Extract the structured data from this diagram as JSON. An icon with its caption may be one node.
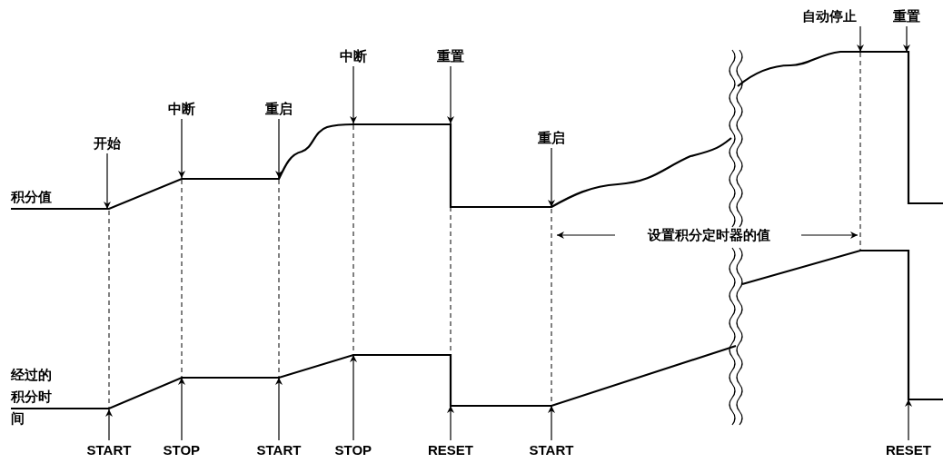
{
  "diagram": {
    "nodes": [
      {
        "text": [
          "开始"
        ]
      },
      {
        "text": [
          "中断"
        ]
      },
      {
        "text": [
          "重启"
        ]
      },
      {
        "text": [
          "中断"
        ]
      },
      {
        "text": [
          "重置"
        ]
      },
      {
        "text": [
          "重启"
        ]
      },
      {
        "text": [
          "自动停止"
        ]
      },
      {
        "text": [
          "重置"
        ]
      },
      {
        "text": [
          "START"
        ]
      },
      {
        "text": [
          "STOP"
        ]
      },
      {
        "text": [
          "START"
        ]
      },
      {
        "text": [
          "STOP"
        ]
      },
      {
        "text": [
          "RESET"
        ]
      },
      {
        "text": [
          "START"
        ]
      },
      {
        "text": [
          "RESET"
        ]
      }
    ],
    "edges": [
      {
        "from": 0,
        "to": null,
        "arrow": "to"
      },
      {
        "from": 1,
        "to": null,
        "arrow": "to"
      },
      {
        "from": 2,
        "to": null,
        "arrow": "to"
      },
      {
        "from": 3,
        "to": null,
        "arrow": "to"
      },
      {
        "from": 4,
        "to": null,
        "arrow": "to"
      },
      {
        "from": 5,
        "to": null,
        "arrow": "to"
      },
      {
        "from": 6,
        "to": null,
        "arrow": "to"
      },
      {
        "from": 7,
        "to": null,
        "arrow": "to"
      },
      {
        "from": 8,
        "to": null,
        "arrow": "to"
      },
      {
        "from": 9,
        "to": null,
        "arrow": "to"
      },
      {
        "from": 10,
        "to": null,
        "arrow": "to"
      },
      {
        "from": 11,
        "to": null,
        "arrow": "to"
      },
      {
        "from": 12,
        "to": null,
        "arrow": "to"
      },
      {
        "from": 13,
        "to": null,
        "arrow": "to"
      },
      {
        "from": 14,
        "to": null,
        "arrow": "to"
      }
    ],
    "labels": [
      "积分值",
      "设置积分定时器的值",
      "经过的积分时间"
    ]
  }
}
